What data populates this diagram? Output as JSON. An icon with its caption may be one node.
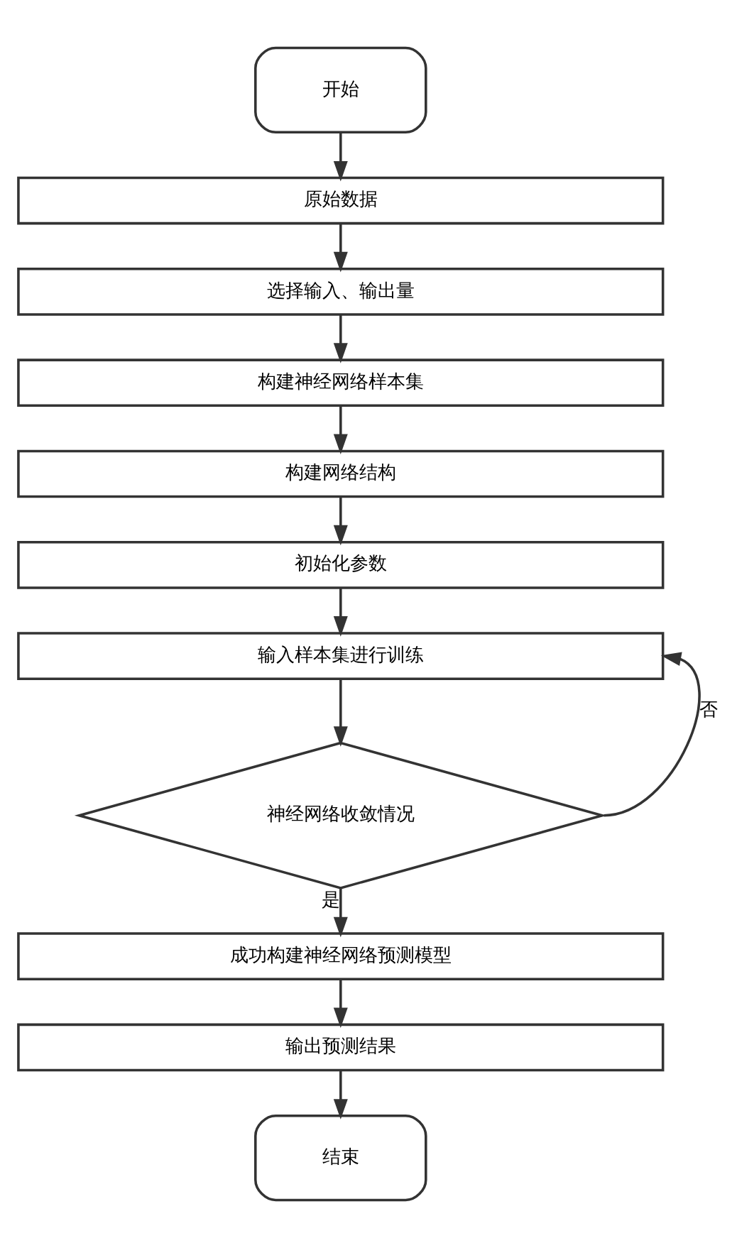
{
  "diagram": {
    "nodes": [
      {
        "text": [
          "开始"
        ]
      },
      {
        "text": [
          "原始数据"
        ]
      },
      {
        "text": [
          "选择输入、输出量"
        ]
      },
      {
        "text": [
          "构建神经网络样本集"
        ]
      },
      {
        "text": [
          "构建网络结构"
        ]
      },
      {
        "text": [
          "初始化参数"
        ]
      },
      {
        "text": [
          "输入样本集进行训练"
        ]
      },
      {
        "text": [
          "神经网络收敛情况"
        ]
      },
      {
        "text": [
          "成功构建神经网络预测模型"
        ]
      },
      {
        "text": [
          "输出预测结果"
        ]
      },
      {
        "text": [
          "结束"
        ]
      }
    ],
    "edges": [
      {
        "from": 0,
        "to": 1,
        "arrow": "to"
      },
      {
        "from": 1,
        "to": 2,
        "arrow": "to"
      },
      {
        "from": 2,
        "to": 3,
        "arrow": "to"
      },
      {
        "from": 3,
        "to": 4,
        "arrow": "to"
      },
      {
        "from": 4,
        "to": 5,
        "arrow": "to"
      },
      {
        "from": 5,
        "to": 6,
        "arrow": "to"
      },
      {
        "from": 6,
        "to": 7,
        "arrow": "to"
      },
      {
        "from": 7,
        "to": 6,
        "arrow": "to",
        "label": "否"
      },
      {
        "from": 7,
        "to": 8,
        "arrow": "to",
        "label": "是"
      },
      {
        "from": 8,
        "to": 9,
        "arrow": "to"
      },
      {
        "from": 9,
        "to": 10,
        "arrow": "to"
      }
    ]
  }
}
